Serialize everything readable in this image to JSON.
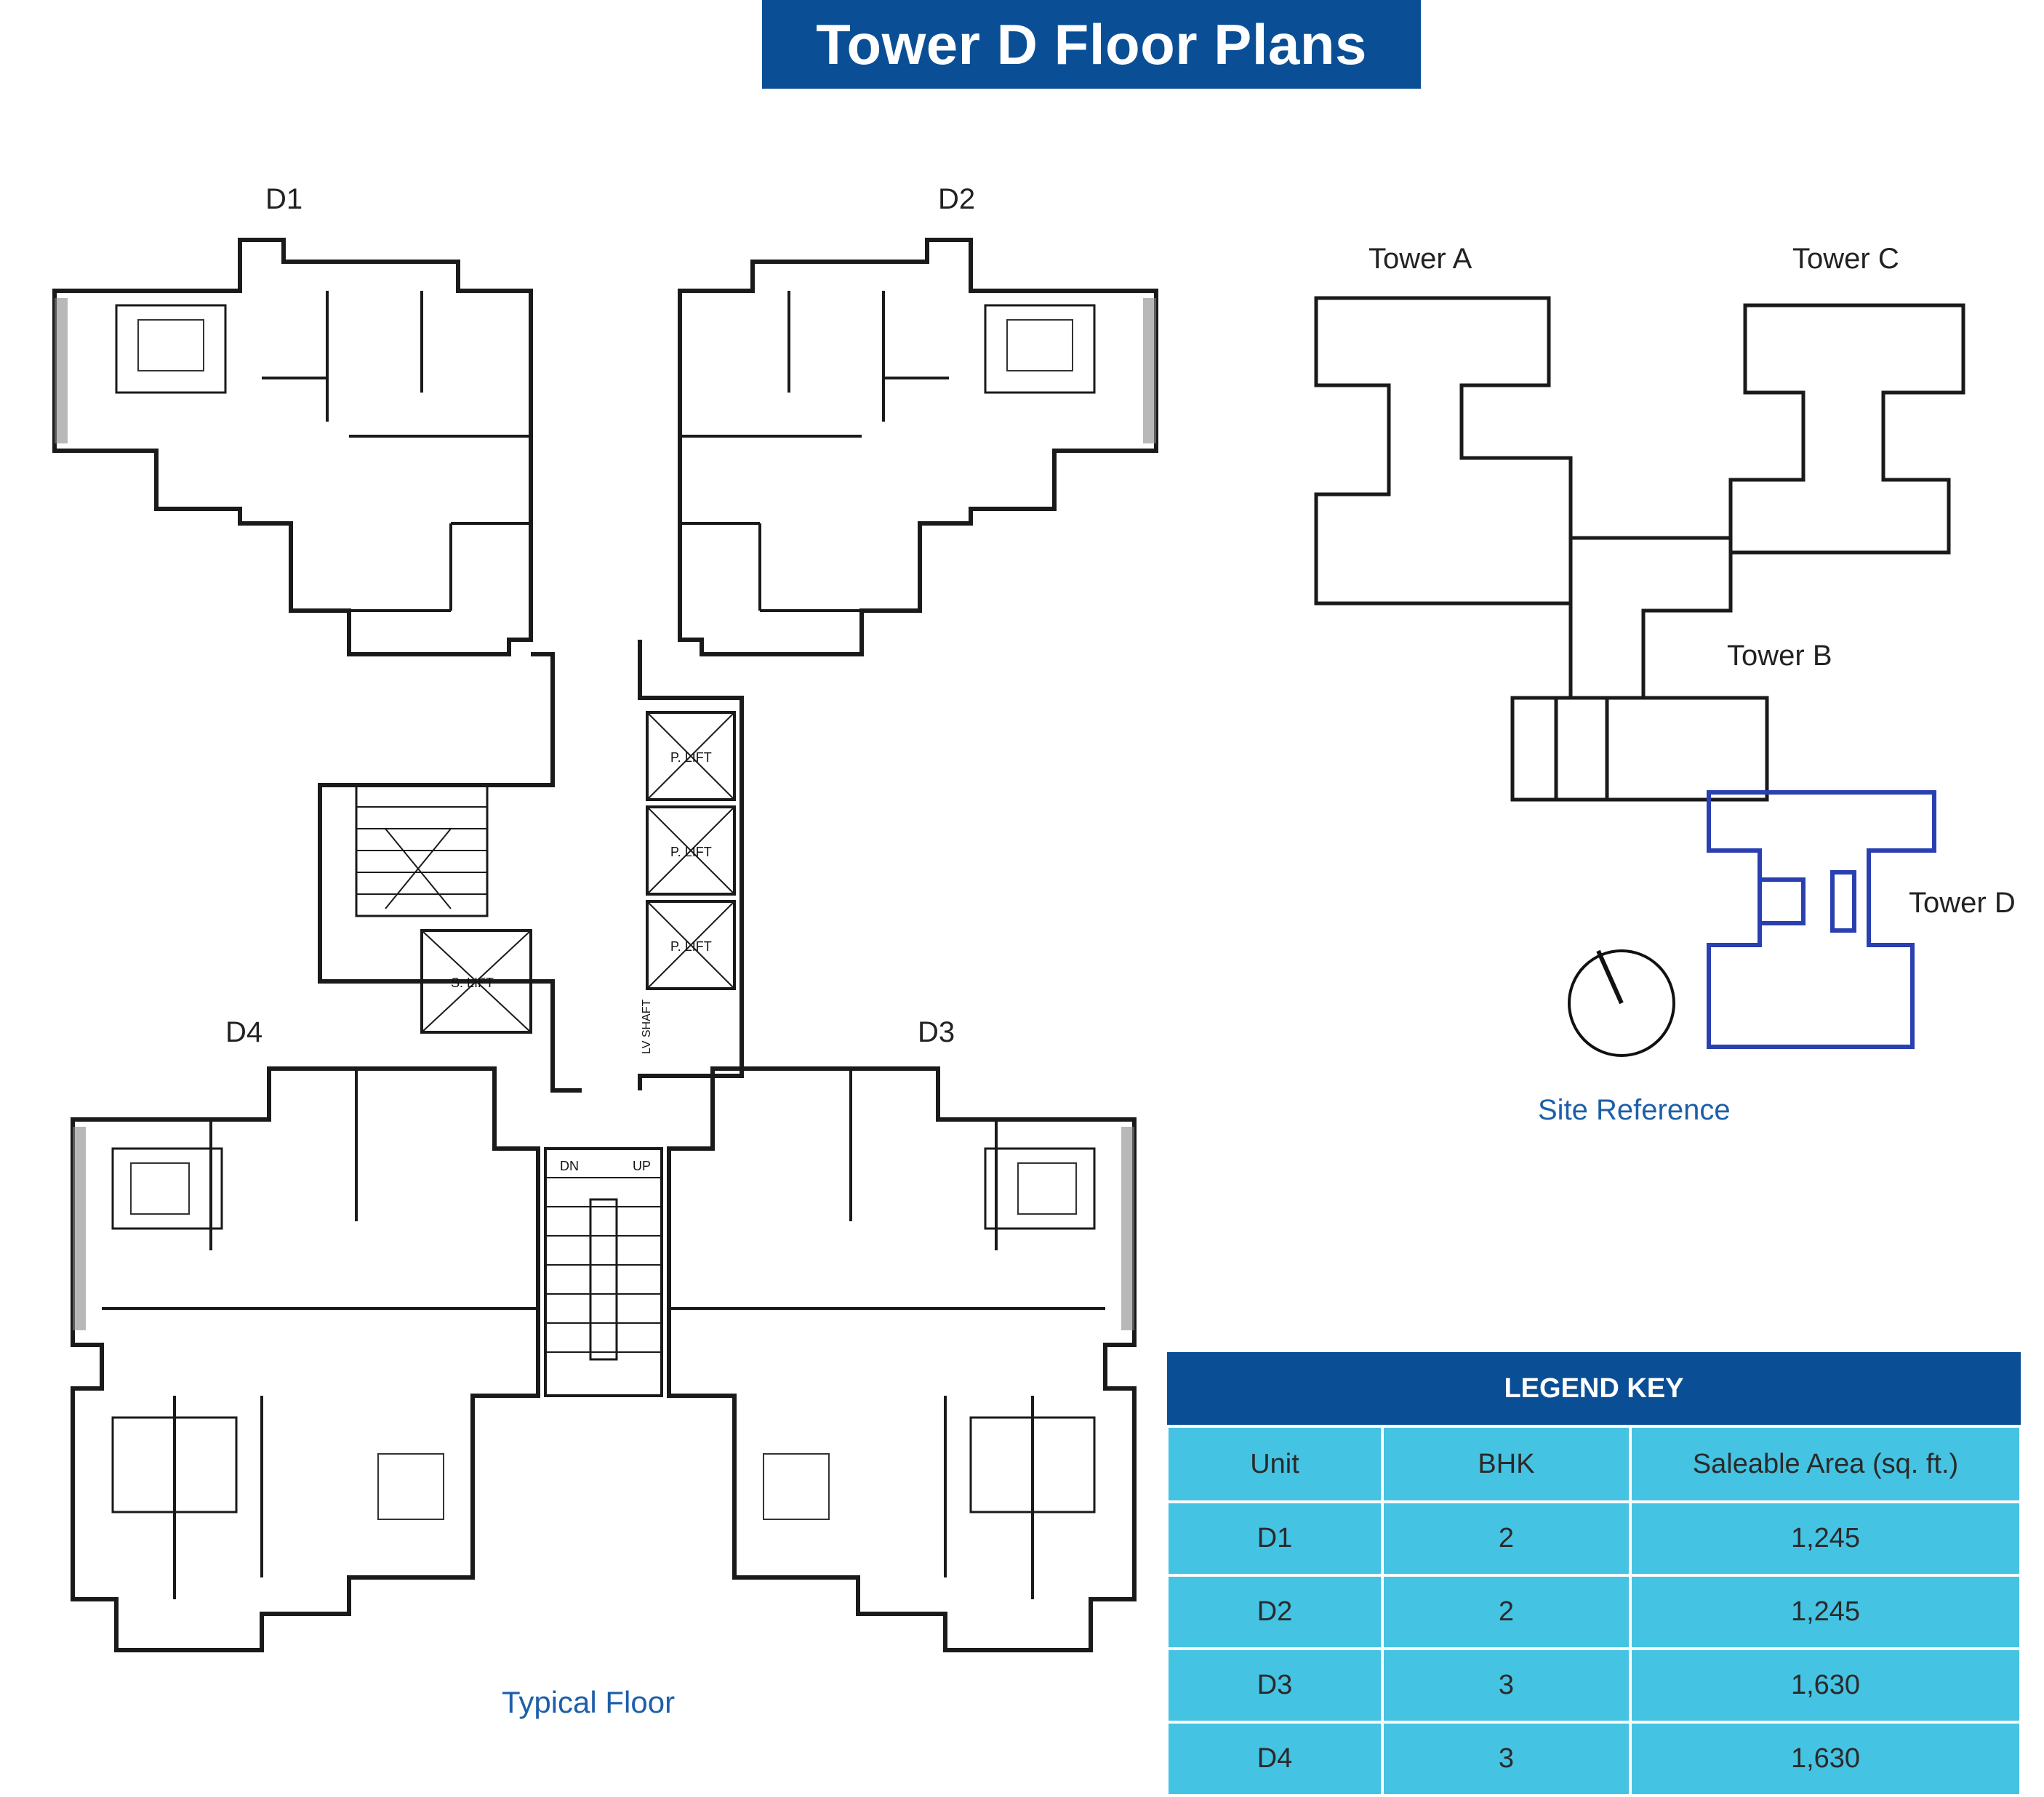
{
  "title": "Tower D Floor Plans",
  "units": {
    "d1": "D1",
    "d2": "D2",
    "d3": "D3",
    "d4": "D4"
  },
  "plan_caption": "Typical Floor",
  "plan_labels": {
    "lift_p": "P. LIFT",
    "lift_s": "S. LIFT",
    "shaft": "LV SHAFT",
    "dn": "DN",
    "up": "UP"
  },
  "site": {
    "tower_a": "Tower A",
    "tower_b": "Tower B",
    "tower_c": "Tower C",
    "tower_d": "Tower D",
    "caption": "Site Reference"
  },
  "legend": {
    "title": "LEGEND KEY",
    "headers": [
      "Unit",
      "BHK",
      "Saleable Area (sq. ft.)"
    ],
    "rows": [
      {
        "unit": "D1",
        "bhk": "2",
        "area": "1,245"
      },
      {
        "unit": "D2",
        "bhk": "2",
        "area": "1,245"
      },
      {
        "unit": "D3",
        "bhk": "3",
        "area": "1,630"
      },
      {
        "unit": "D4",
        "bhk": "3",
        "area": "1,630"
      }
    ]
  },
  "colors": {
    "brand": "#0a4f96",
    "legend_cell": "#45c3e3",
    "caption": "#1d5fa8",
    "highlight_tower": "#2a3fb0"
  }
}
